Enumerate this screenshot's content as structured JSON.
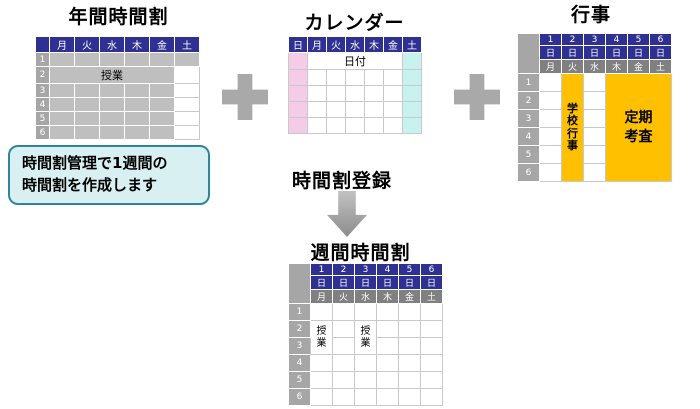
{
  "titles": {
    "annual": "年間時間割",
    "calendar": "カレンダー",
    "events": "行事",
    "register": "時間割登録",
    "weekly": "週間時間割"
  },
  "callout": {
    "line1": "時間割管理で1週間の",
    "line2": "時間割を作成します"
  },
  "annual_table": {
    "days": [
      "月",
      "火",
      "水",
      "木",
      "金",
      "土"
    ],
    "periods": [
      "1",
      "2",
      "3",
      "4",
      "5",
      "6"
    ],
    "lesson_label": "授業"
  },
  "calendar_table": {
    "days": [
      "日",
      "月",
      "火",
      "水",
      "木",
      "金",
      "土"
    ],
    "date_label": "日付"
  },
  "events_table": {
    "day_numbers": [
      "1",
      "2",
      "3",
      "4",
      "5",
      "6"
    ],
    "day_suffix": "日",
    "weekdays": [
      "月",
      "火",
      "水",
      "木",
      "金",
      "土"
    ],
    "periods": [
      "1",
      "2",
      "3",
      "4",
      "5",
      "6"
    ],
    "school_event_label": "学校行事",
    "exam_label": "定期考査"
  },
  "weekly_table": {
    "day_numbers": [
      "1",
      "2",
      "3",
      "4",
      "5",
      "6"
    ],
    "day_suffix": "日",
    "weekdays": [
      "月",
      "火",
      "水",
      "木",
      "金",
      "土"
    ],
    "periods": [
      "1",
      "2",
      "3",
      "4",
      "5",
      "6"
    ],
    "lesson_label": "授業"
  },
  "colors": {
    "header_navy": "#2e3192",
    "cell_gray": "#bfbfbf",
    "number_gray": "#a6a6a6",
    "weekday_gray": "#808080",
    "event_orange": "#ffc000",
    "sunday_pink": "#f5cce8",
    "saturday_cyan": "#c8f2f0",
    "callout_border": "#31859b",
    "callout_bg": "#d9f0f2"
  }
}
